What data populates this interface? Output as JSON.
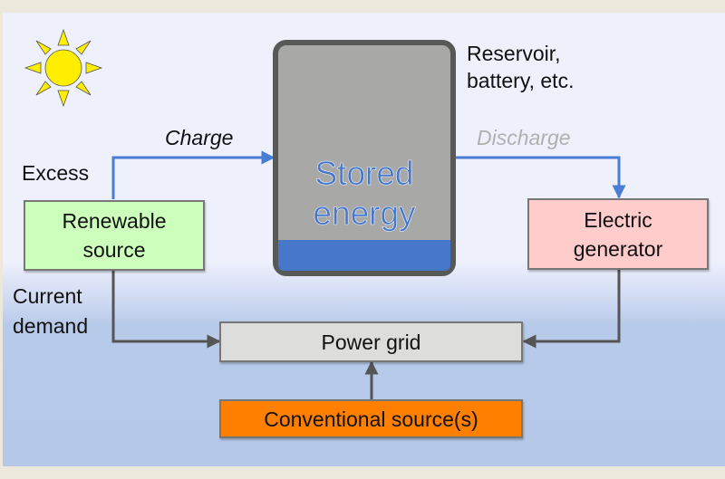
{
  "labels": {
    "excess": "Excess",
    "charge": "Charge",
    "discharge": "Discharge",
    "reservoir_line1": "Reservoir,",
    "reservoir_line2": "battery, etc.",
    "current_line1": "Current",
    "current_line2": "demand"
  },
  "nodes": {
    "renewable_line1": "Renewable",
    "renewable_line2": "source",
    "stored_line1": "Stored",
    "stored_line2": "energy",
    "generator_line1": "Electric",
    "generator_line2": "generator",
    "grid": "Power grid",
    "conventional": "Conventional source(s)"
  },
  "icons": {
    "sun": "sun-icon"
  },
  "colors": {
    "charge_arrow": "#4a7dd4",
    "grid_arrow": "#555555",
    "renewable_fill": "#ccffbb",
    "generator_fill": "#ffcccc",
    "grid_fill": "#dddddd",
    "conventional_fill": "#ff7f00",
    "storage_fill": "#a8a9a6",
    "storage_level": "#4677c9",
    "sun": "#ffee00"
  },
  "storage_level_fraction": 0.13
}
